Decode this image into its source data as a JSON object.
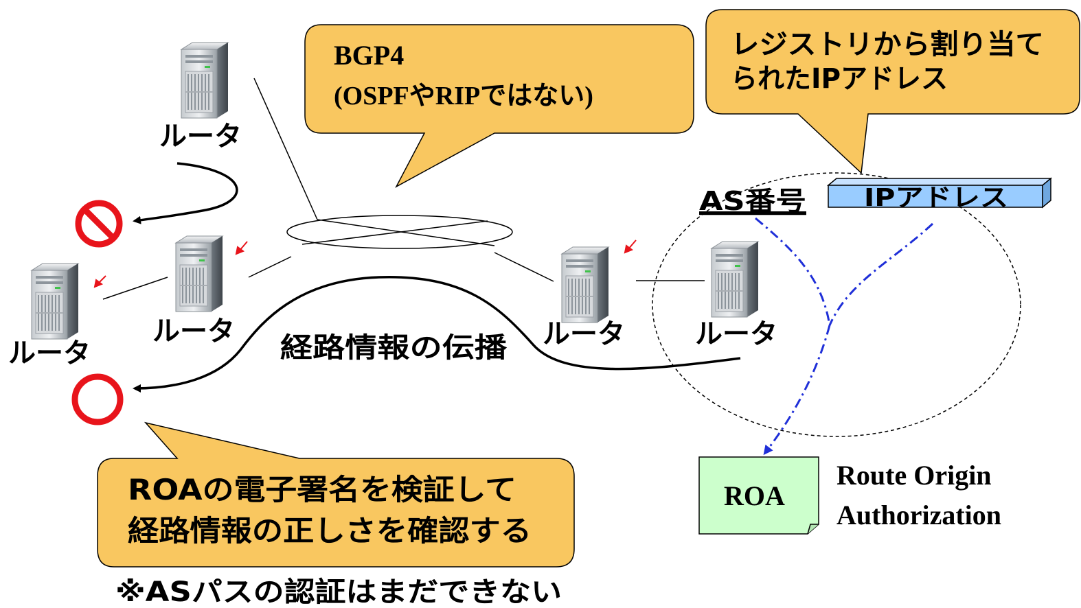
{
  "routers": [
    {
      "label": "ルータ"
    },
    {
      "label": "ルータ"
    },
    {
      "label": "ルータ"
    },
    {
      "label": "ルータ"
    },
    {
      "label": "ルータ"
    }
  ],
  "callouts": {
    "bgp_line1": "BGP4",
    "bgp_line2": "(OSPFやRIPではない)",
    "registry_line1": "レジストリから割り当て",
    "registry_line2": "られたIPアドレス",
    "roa_line1": "ROAの電子署名を検証して",
    "roa_line2": "経路情報の正しさを確認する"
  },
  "labels": {
    "as_number": "AS番号",
    "ip_address": "IPアドレス",
    "propagation": "経路情報の伝播",
    "roa_box": "ROA",
    "roa_full_line1": "Route Origin",
    "roa_full_line2": "Authorization",
    "note": "※ASパスの認証はまだできない"
  },
  "colors": {
    "callout_fill": "#f9c760",
    "ip_box_fill": "#99ccff",
    "roa_fill": "#ccffcc",
    "reject_red": "#e8141b",
    "dashdot_blue": "#1f2fd8"
  }
}
